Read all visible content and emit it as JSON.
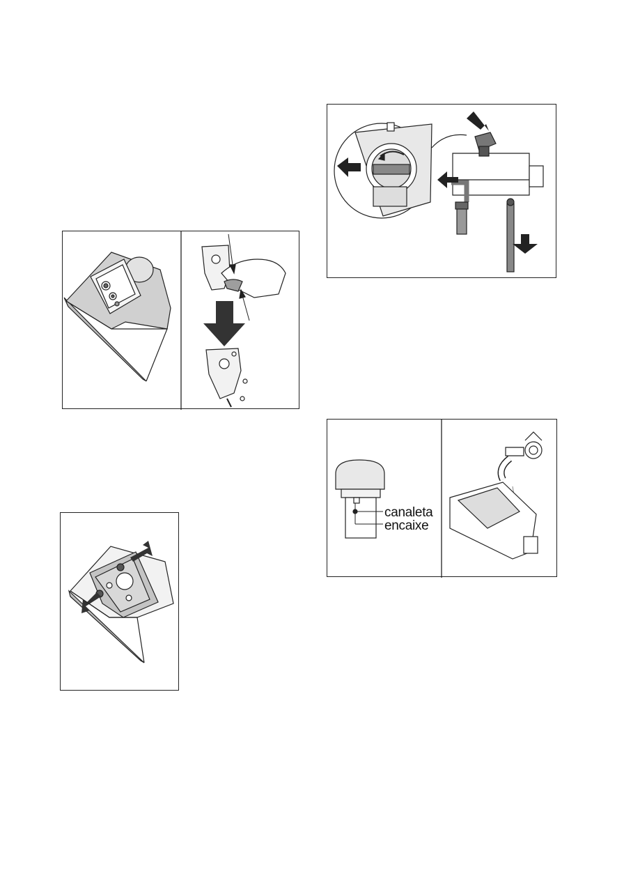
{
  "illustrations": {
    "filter_housing": {
      "description_icon": "filter-removal"
    },
    "drain_pump": {
      "description_icon": "drain-knob"
    },
    "filter_cover": {
      "description_icon": "filter-cover"
    },
    "filter_labels": {
      "channel_label": "canaleta",
      "fitting_label": "encaixe"
    },
    "washing": {
      "description_icon": "faucet-washing"
    }
  }
}
